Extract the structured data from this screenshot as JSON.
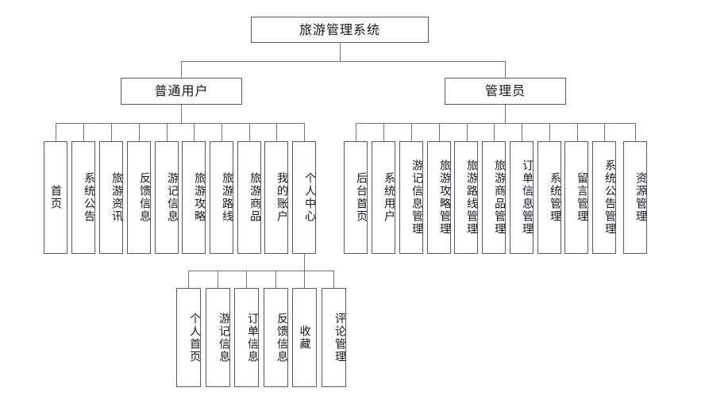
{
  "diagram": {
    "title_text": "旅游管理系统",
    "type": "tree-hierarchy-diagram",
    "line_color": "#6c7277",
    "box_border_color": "#555b5e",
    "text_color": "#15161a",
    "background": "#ffffff"
  },
  "root": {
    "label": "旅游管理系统"
  },
  "level2": [
    {
      "label": "普通用户"
    },
    {
      "label": "管理员"
    }
  ],
  "user_children": [
    {
      "label": "首页"
    },
    {
      "label": "系统公告"
    },
    {
      "label": "旅游资讯"
    },
    {
      "label": "反馈信息"
    },
    {
      "label": "游记信息"
    },
    {
      "label": "旅游攻略"
    },
    {
      "label": "旅游路线"
    },
    {
      "label": "旅游商品"
    },
    {
      "label": "我的账户"
    },
    {
      "label": "个人中心"
    }
  ],
  "admin_children": [
    {
      "label": "后台首页"
    },
    {
      "label": "系统用户"
    },
    {
      "label": "游记信息管理"
    },
    {
      "label": "旅游攻略管理"
    },
    {
      "label": "旅游路线管理"
    },
    {
      "label": "旅游商品管理"
    },
    {
      "label": "订单信息管理"
    },
    {
      "label": "系统管理"
    },
    {
      "label": "留言管理"
    },
    {
      "label": "系统公告管理"
    },
    {
      "label": "资源管理"
    }
  ],
  "personal_center_children": [
    {
      "label": "个人首页"
    },
    {
      "label": "游记信息"
    },
    {
      "label": "订单信息"
    },
    {
      "label": "反馈信息"
    },
    {
      "label": "收藏"
    },
    {
      "label": "评论管理"
    }
  ]
}
